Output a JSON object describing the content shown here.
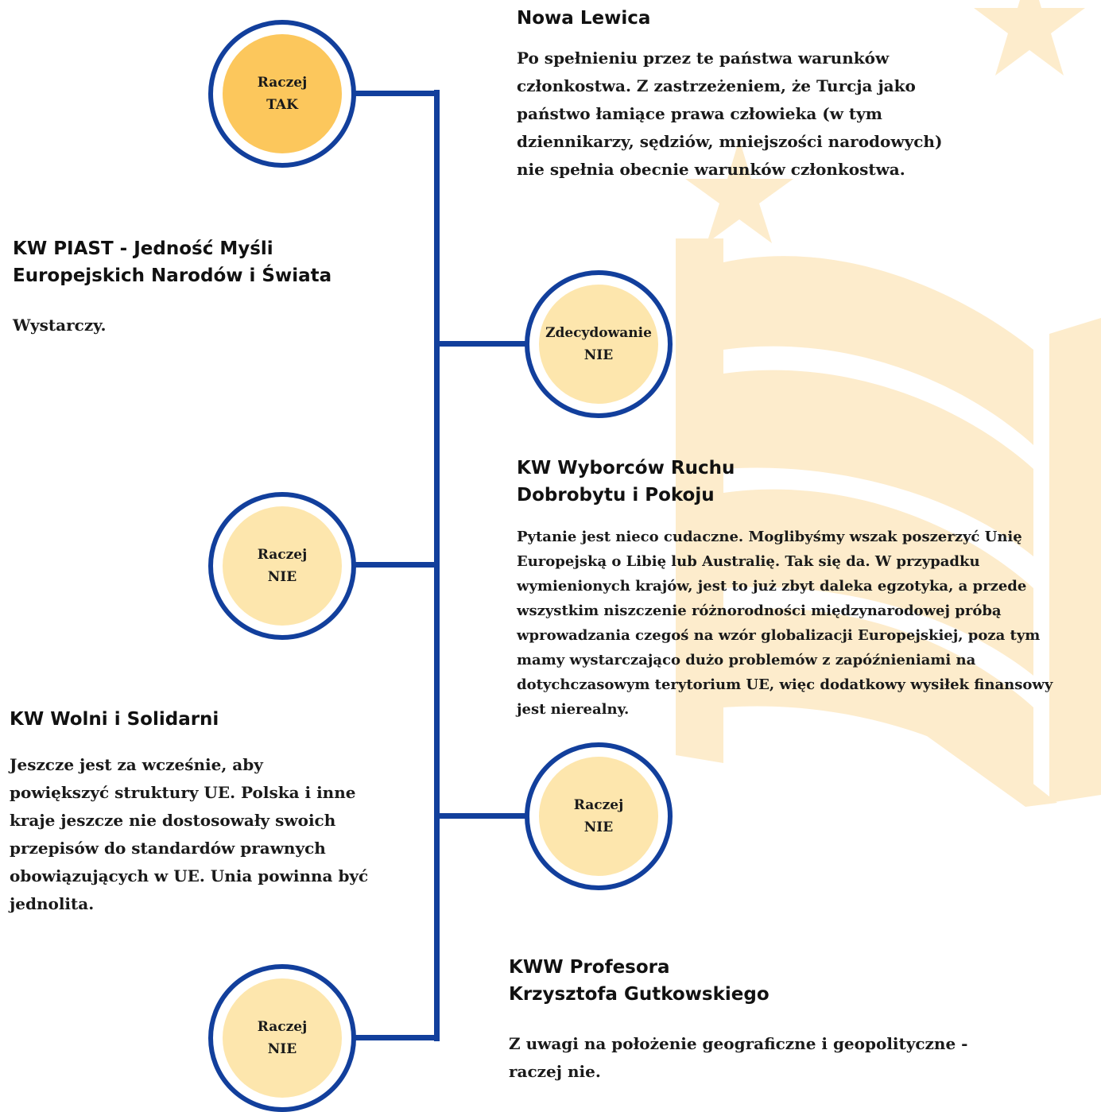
{
  "colors": {
    "line": "#123f9c",
    "node_strong": "#fcc75c",
    "node_light": "#fde6ad",
    "decor": "#fdeccc"
  },
  "nodes": [
    {
      "line1": "Raczej",
      "line2": "TAK"
    },
    {
      "line1": "Zdecydowanie",
      "line2": "NIE"
    },
    {
      "line1": "Raczej",
      "line2": "NIE"
    },
    {
      "line1": "Raczej",
      "line2": "NIE"
    },
    {
      "line1": "Raczej",
      "line2": "NIE"
    }
  ],
  "entries": [
    {
      "party_lines": [
        "Nowa Lewica"
      ],
      "answer_lines": [
        "Po spełnieniu przez te państwa warunków",
        "członkostwa. Z zastrzeżeniem, że Turcja jako",
        "państwo łamiące prawa człowieka (w tym",
        "dziennikarzy, sędziów, mniejszości narodowych)",
        "nie spełnia obecnie warunków członkostwa."
      ]
    },
    {
      "party_lines": [
        "KW PIAST - Jedność Myśli",
        "Europejskich Narodów i Świata"
      ],
      "answer_lines": [
        "Wystarczy."
      ]
    },
    {
      "party_lines": [
        "KW Wyborców Ruchu",
        "Dobrobytu i Pokoju"
      ],
      "answer_lines": [
        "Pytanie jest nieco cudaczne. Moglibyśmy wszak poszerzyć Unię",
        "Europejską o Libię lub Australię. Tak się da. W przypadku",
        "wymienionych krajów, jest to już zbyt daleka egzotyka, a przede",
        "wszystkim niszczenie różnorodności międzynarodowej próbą",
        "wprowadzania czegoś na wzór globalizacji Europejskiej, poza tym",
        "mamy wystarczająco dużo problemów z zapóźnieniami na",
        "dotychczasowym terytorium UE, więc dodatkowy wysiłek finansowy",
        "jest nierealny."
      ]
    },
    {
      "party_lines": [
        "KW Wolni i Solidarni"
      ],
      "answer_lines": [
        "Jeszcze jest za wcześnie, aby",
        "powiększyć struktury UE. Polska i inne",
        "kraje jeszcze nie dostosowały swoich",
        "przepisów do standardów prawnych",
        "obowiązujących w UE. Unia powinna być",
        "jednolita."
      ]
    },
    {
      "party_lines": [
        "KWW Profesora",
        "Krzysztofa Gutkowskiego"
      ],
      "answer_lines": [
        "Z uwagi na położenie geograficzne i geopolityczne -",
        "raczej nie."
      ]
    }
  ]
}
